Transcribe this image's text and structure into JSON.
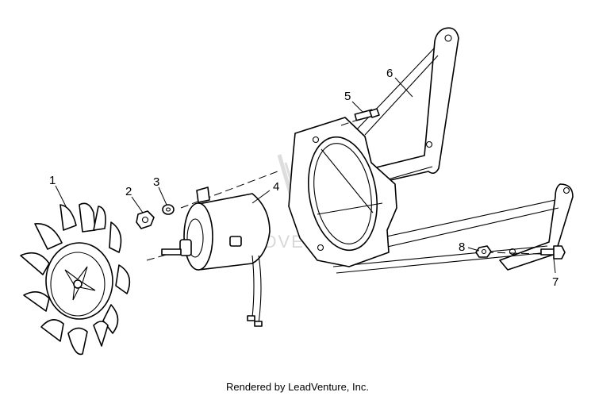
{
  "callouts": {
    "c1": "1",
    "c2": "2",
    "c3": "3",
    "c4": "4",
    "c5": "5",
    "c6": "6",
    "c7": "7",
    "c8": "8"
  },
  "watermark": "LEADVENTURE",
  "footer": "Rendered by LeadVenture, Inc."
}
